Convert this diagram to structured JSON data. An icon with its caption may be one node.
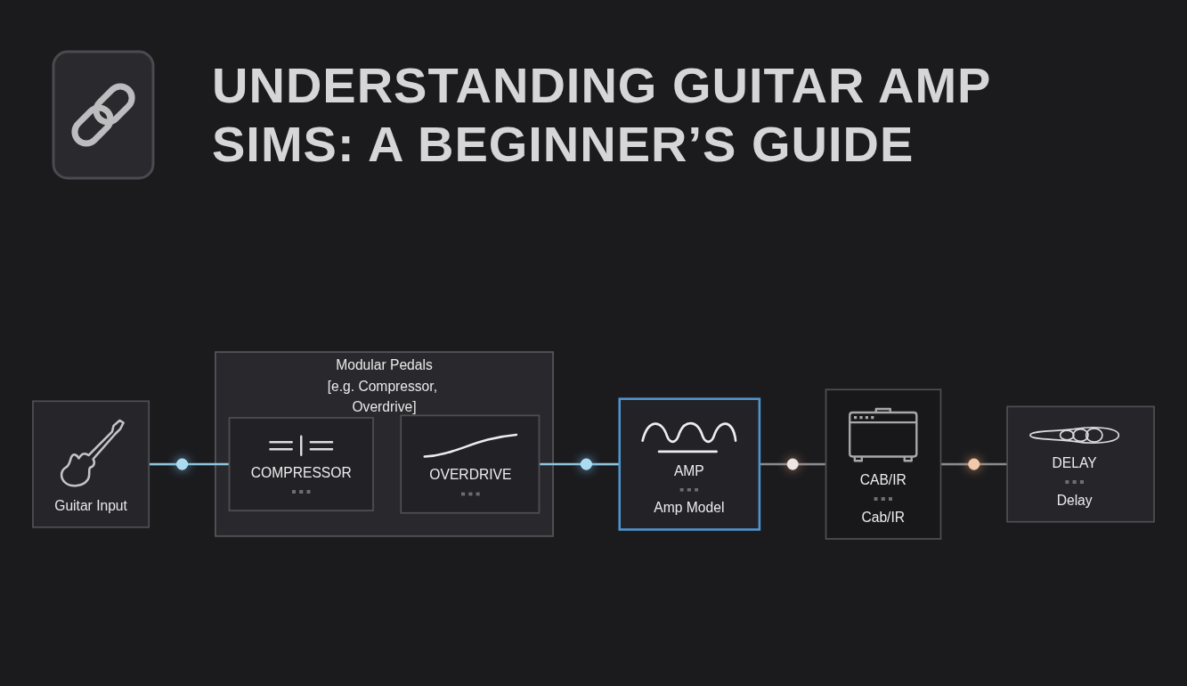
{
  "diagram": {
    "title": "UNDERSTANDING GUITAR AMP SIMS: A BEGINNER’S GUIDE",
    "nodes": [
      {
        "text": [
          "Guitar Input"
        ]
      },
      {
        "text": [],
        "shape": "circle"
      },
      {
        "text": [
          "Modular Pedals",
          "[e.g. Compressor, Overdrive]"
        ]
      },
      {
        "text": [
          "COMPRESSOR"
        ],
        "in": 2
      },
      {
        "text": [
          "OVERDRIVE"
        ],
        "in": 2
      },
      {
        "text": [],
        "shape": "circle"
      },
      {
        "text": [
          "AMP",
          "Amp Model"
        ]
      },
      {
        "text": [],
        "shape": "circle"
      },
      {
        "text": [
          "CAB/IR",
          "Cab/IR"
        ]
      },
      {
        "text": [],
        "shape": "circle"
      },
      {
        "text": [
          "DELAY",
          "Delay"
        ]
      }
    ],
    "edges": [
      {
        "from": 0,
        "to": 1,
        "arrow": "none",
        "color": "#8ec5de"
      },
      {
        "from": 1,
        "to": 3,
        "arrow": "none",
        "color": "#8ec5de"
      },
      {
        "from": 4,
        "to": 5,
        "arrow": "none",
        "color": "#8ec5de"
      },
      {
        "from": 5,
        "to": 6,
        "arrow": "none",
        "color": "#8ec5de"
      },
      {
        "from": 6,
        "to": 7,
        "arrow": "none"
      },
      {
        "from": 7,
        "to": 8,
        "arrow": "none"
      },
      {
        "from": 8,
        "to": 9,
        "arrow": "none"
      },
      {
        "from": 9,
        "to": 10,
        "arrow": "none"
      }
    ]
  }
}
